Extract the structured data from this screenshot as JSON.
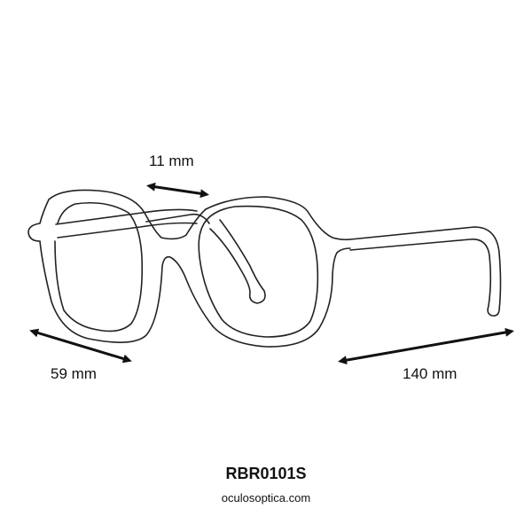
{
  "product": {
    "model": "RBR0101S",
    "website": "oculosoptica.com"
  },
  "dimensions": {
    "bridge": {
      "label": "11 mm",
      "value": 11,
      "unit": "mm"
    },
    "lens_width": {
      "label": "59 mm",
      "value": 59,
      "unit": "mm"
    },
    "temple_length": {
      "label": "140 mm",
      "value": 140,
      "unit": "mm"
    }
  },
  "colors": {
    "outline": "#222222",
    "arrow": "#111111",
    "background": "#ffffff"
  }
}
